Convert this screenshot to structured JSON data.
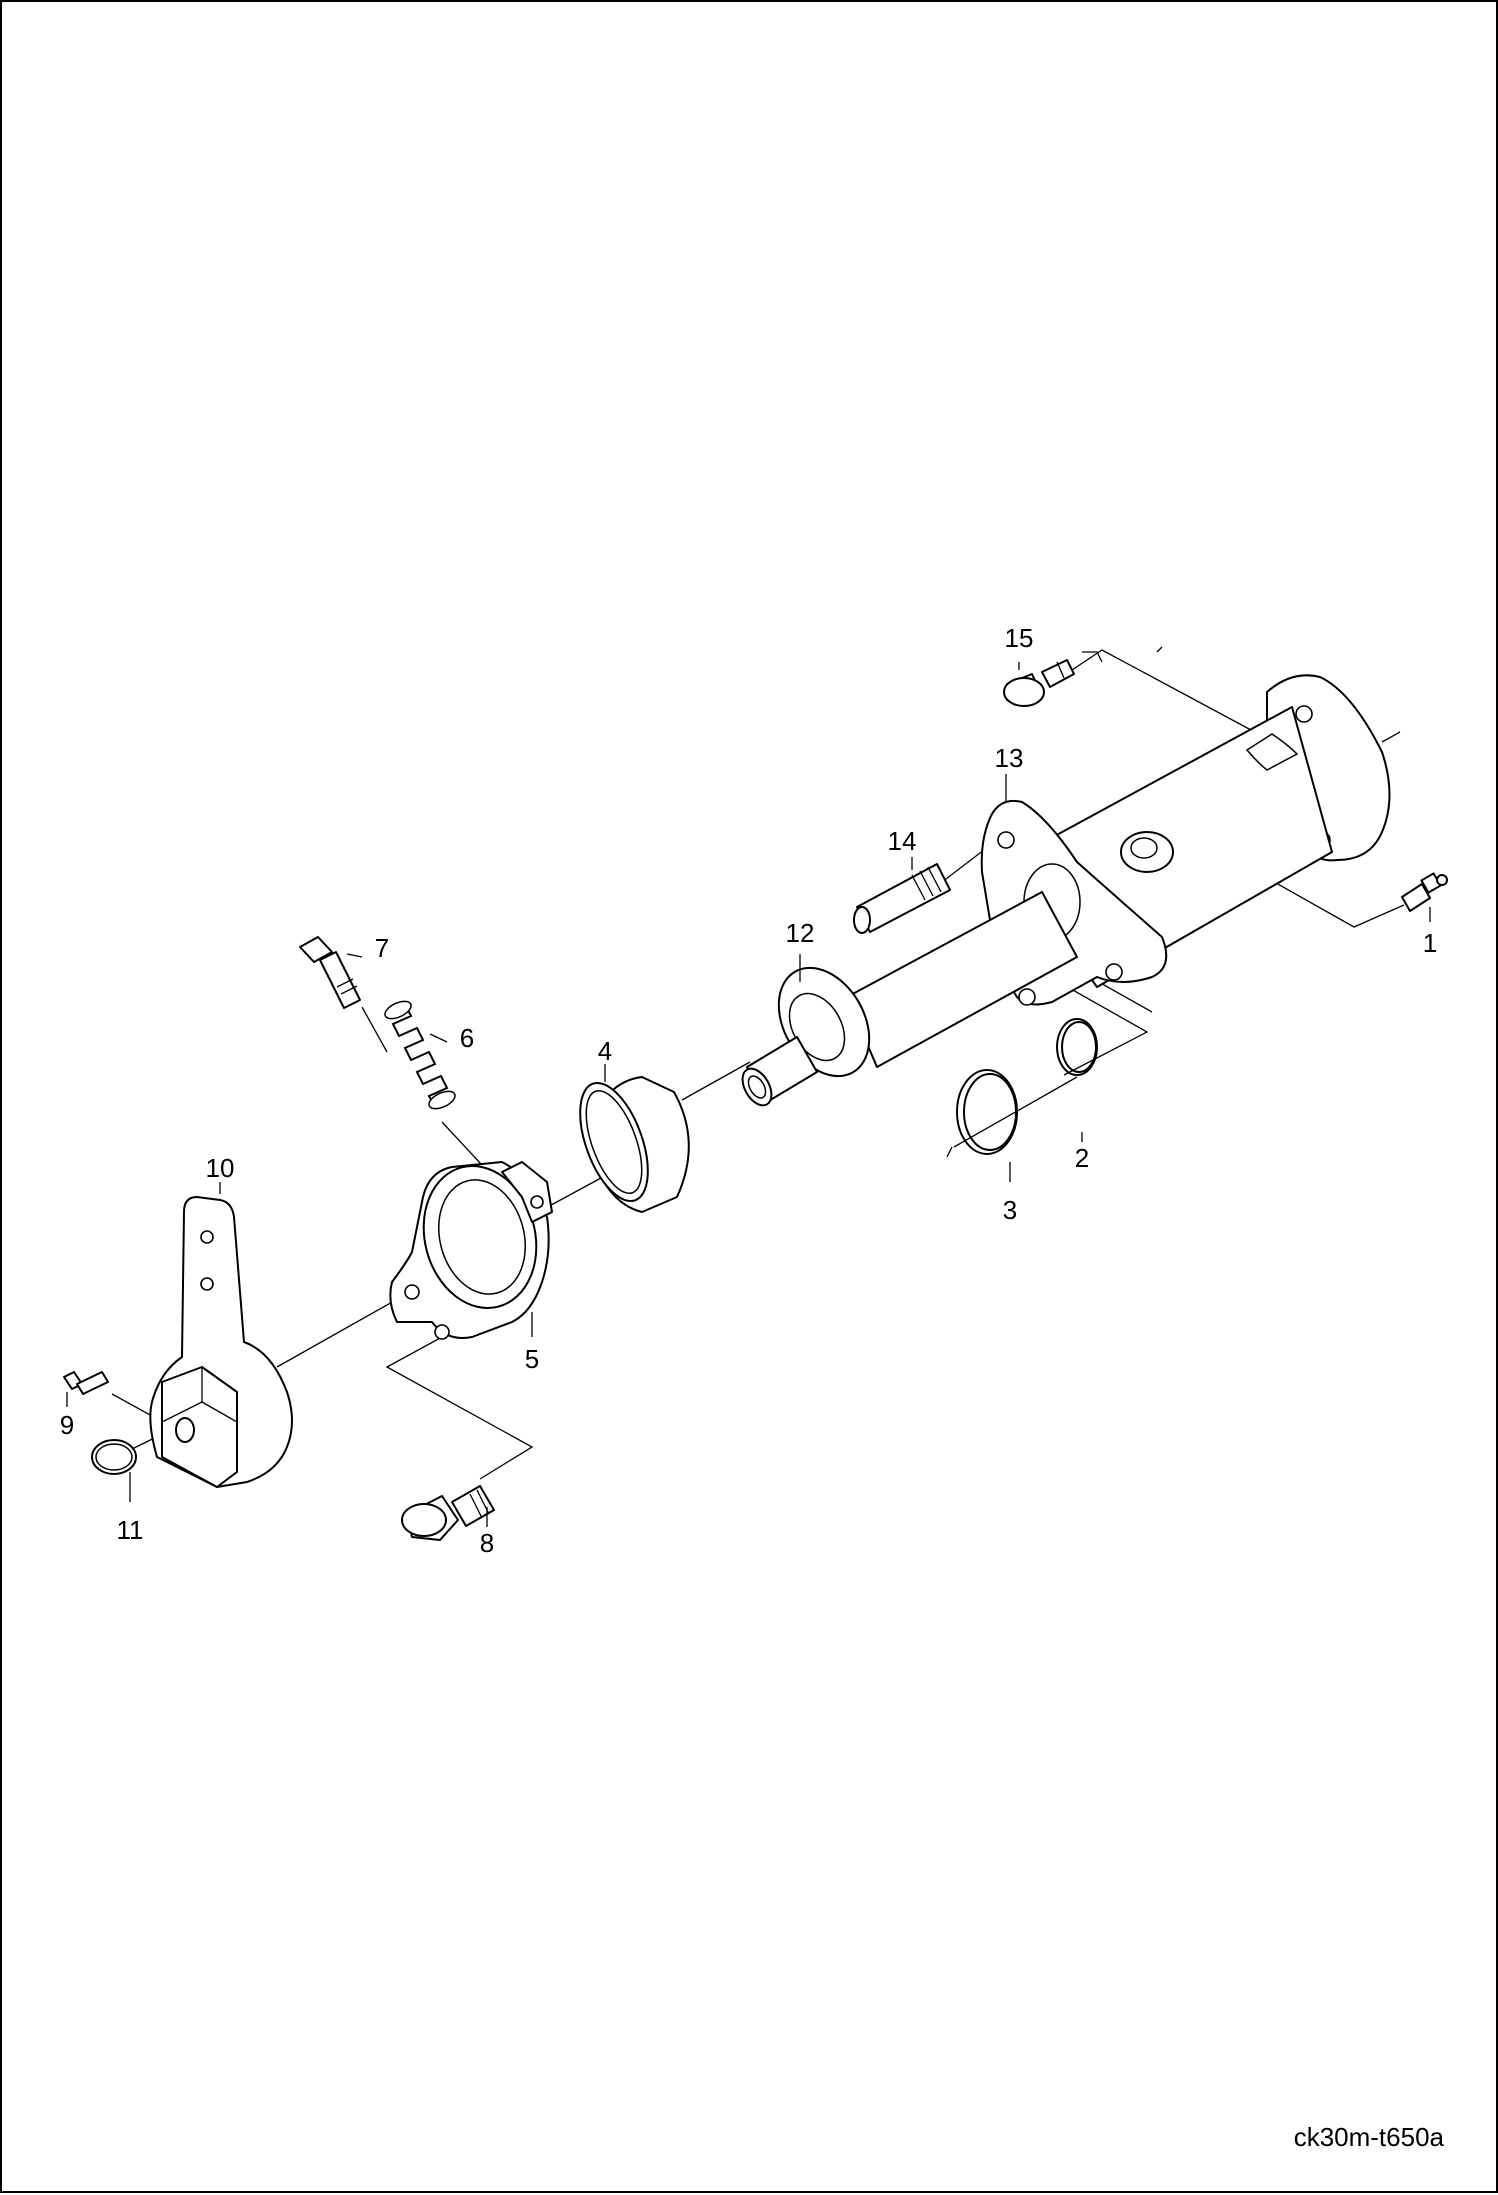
{
  "diagram": {
    "callouts": [
      {
        "id": "1",
        "label": "1"
      },
      {
        "id": "2",
        "label": "2"
      },
      {
        "id": "3",
        "label": "3"
      },
      {
        "id": "4",
        "label": "4"
      },
      {
        "id": "5",
        "label": "5"
      },
      {
        "id": "6",
        "label": "6"
      },
      {
        "id": "7",
        "label": "7"
      },
      {
        "id": "8",
        "label": "8"
      },
      {
        "id": "9",
        "label": "9"
      },
      {
        "id": "10",
        "label": "10"
      },
      {
        "id": "11",
        "label": "11"
      },
      {
        "id": "12",
        "label": "12"
      },
      {
        "id": "13",
        "label": "13"
      },
      {
        "id": "14",
        "label": "14"
      },
      {
        "id": "15",
        "label": "15"
      }
    ],
    "drawing_ref": "ck30m-t650a"
  },
  "colors": {
    "ink": "#000000",
    "paper": "#ffffff"
  }
}
